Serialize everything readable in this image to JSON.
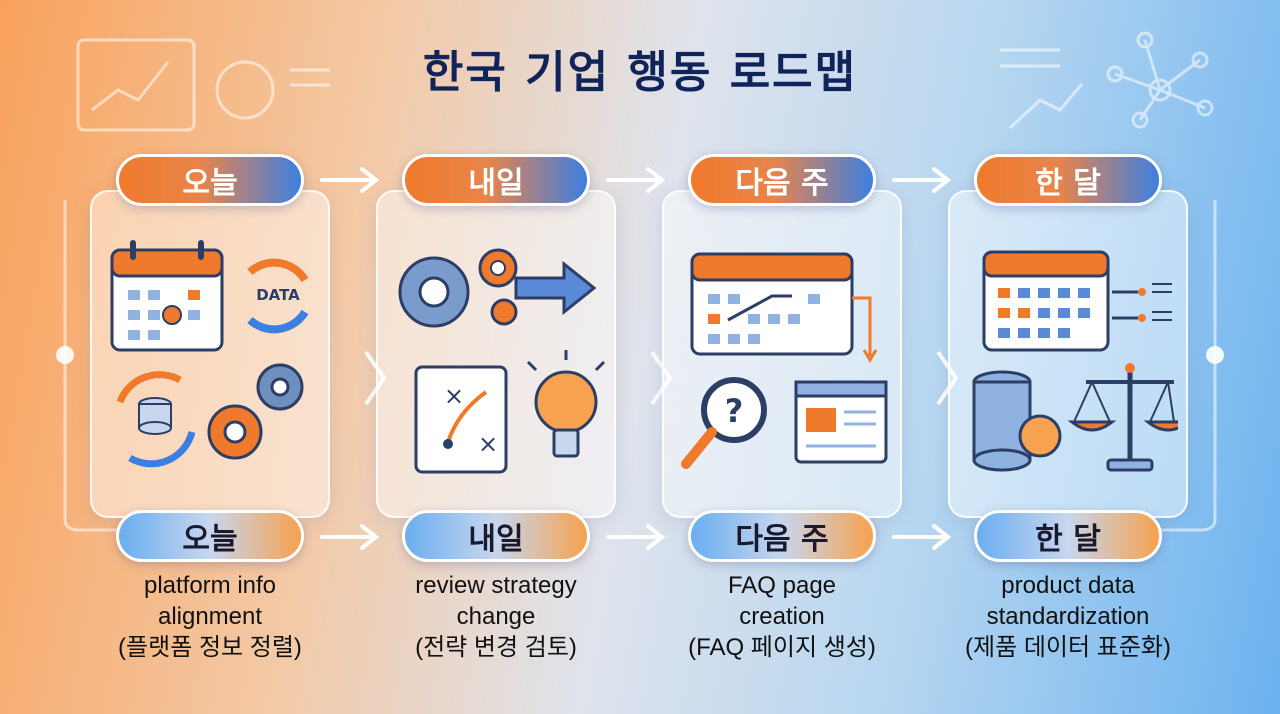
{
  "title": "한국 기업 행동 로드맵",
  "colors": {
    "orange": "#f07a2c",
    "blue": "#3d7fe0",
    "navy": "#10235a"
  },
  "steps": [
    {
      "label": "오늘",
      "caption_en_1": "platform info",
      "caption_en_2": "alignment",
      "caption_ko": "(플랫폼 정보 정렬)",
      "icons": [
        "calendar-icon",
        "data-sync-icon",
        "database-sync-icon",
        "gears-icon"
      ]
    },
    {
      "label": "내일",
      "caption_en_1": "review strategy",
      "caption_en_2": "change",
      "caption_ko": "(전략 변경 검토)",
      "icons": [
        "gears-arrow-icon",
        "strategy-map-icon",
        "lightbulb-icon"
      ]
    },
    {
      "label": "다음 주",
      "caption_en_1": "FAQ page",
      "caption_en_2": "creation",
      "caption_ko": "(FAQ 페이지 생성)",
      "icons": [
        "timeline-calendar-icon",
        "question-magnifier-icon",
        "web-page-icon"
      ]
    },
    {
      "label": "한 달",
      "caption_en_1": "product data",
      "caption_en_2": "standardization",
      "caption_ko": "(제품 데이터 표준화)",
      "icons": [
        "calendar-grid-icon",
        "database-icon",
        "balance-scale-icon"
      ]
    }
  ],
  "icon_text": {
    "data_badge": "DATA",
    "question_mark": "?"
  }
}
